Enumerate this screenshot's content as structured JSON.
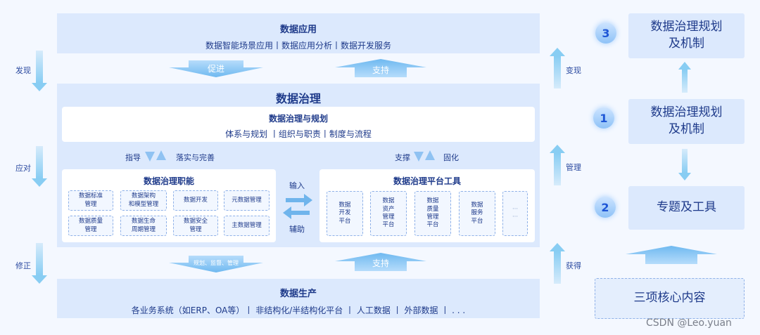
{
  "top": {
    "title": "数据应用",
    "subtitle": "数据智能场景应用丨数据应用分析丨数据开发服务"
  },
  "arrows": {
    "promote": "促进",
    "support": "支持",
    "support2": "支持",
    "guide_small": "规划、监督、管理"
  },
  "left_flow": [
    "发现",
    "应对",
    "修正"
  ],
  "right_flow": [
    "变现",
    "管理",
    "获得"
  ],
  "governance": {
    "title": "数据治理",
    "planning_title": "数据治理与规划",
    "planning_sub": "体系与规划 丨组织与职责丨制度与流程",
    "guide": "指导",
    "implement": "落实与完善",
    "support": "支撑",
    "solidify": "固化",
    "input": "输入",
    "assist": "辅助",
    "functions_title": "数据治理职能",
    "functions": [
      "数据标准\n管理",
      "数据架构\n和模型管理",
      "数据开发",
      "元数据管理",
      "数据质量\n管理",
      "数据生命\n周期管理",
      "数据安全\n管理",
      "主数据管理"
    ],
    "tools_title": "数据治理平台工具",
    "tools": [
      "数据\n开发\n平台",
      "数据\n资产\n管理\n平台",
      "数据\n质量\n管理\n平台",
      "数据\n服务\n平台",
      "···\n···"
    ]
  },
  "bottom": {
    "title": "数据生产",
    "subtitle": "各业务系统（如ERP、OA等）丨 非结构化/半结构化平台 丨 人工数据 丨 外部数据 丨 . . ."
  },
  "right": {
    "n3": "3",
    "box3": "数据治理规划\n及机制",
    "n1": "1",
    "box1": "数据治理规划\n及机制",
    "n2": "2",
    "box2": "专题及工具",
    "core": "三项核心内容"
  },
  "watermark": "CSDN @Leo.yuan"
}
